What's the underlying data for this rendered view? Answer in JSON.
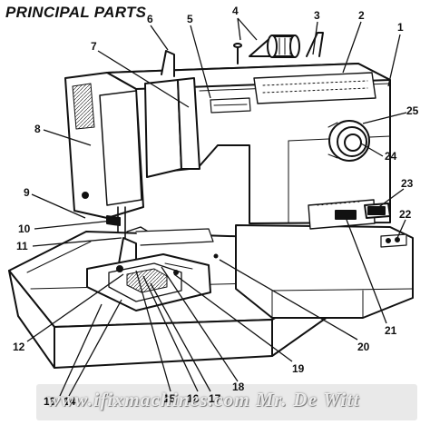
{
  "title": "PRINCIPAL PARTS",
  "callouts": [
    "1",
    "2",
    "3",
    "4",
    "5",
    "6",
    "7",
    "8",
    "9",
    "10",
    "11",
    "12",
    "13",
    "14",
    "15",
    "16",
    "17",
    "18",
    "19",
    "20",
    "21",
    "22",
    "23",
    "24",
    "25"
  ],
  "watermark": "www.ifixmachines.com Mr. De Witt",
  "colors": {
    "ink": "#111111",
    "paper": "#ffffff",
    "shade": "#d9d9d9"
  }
}
